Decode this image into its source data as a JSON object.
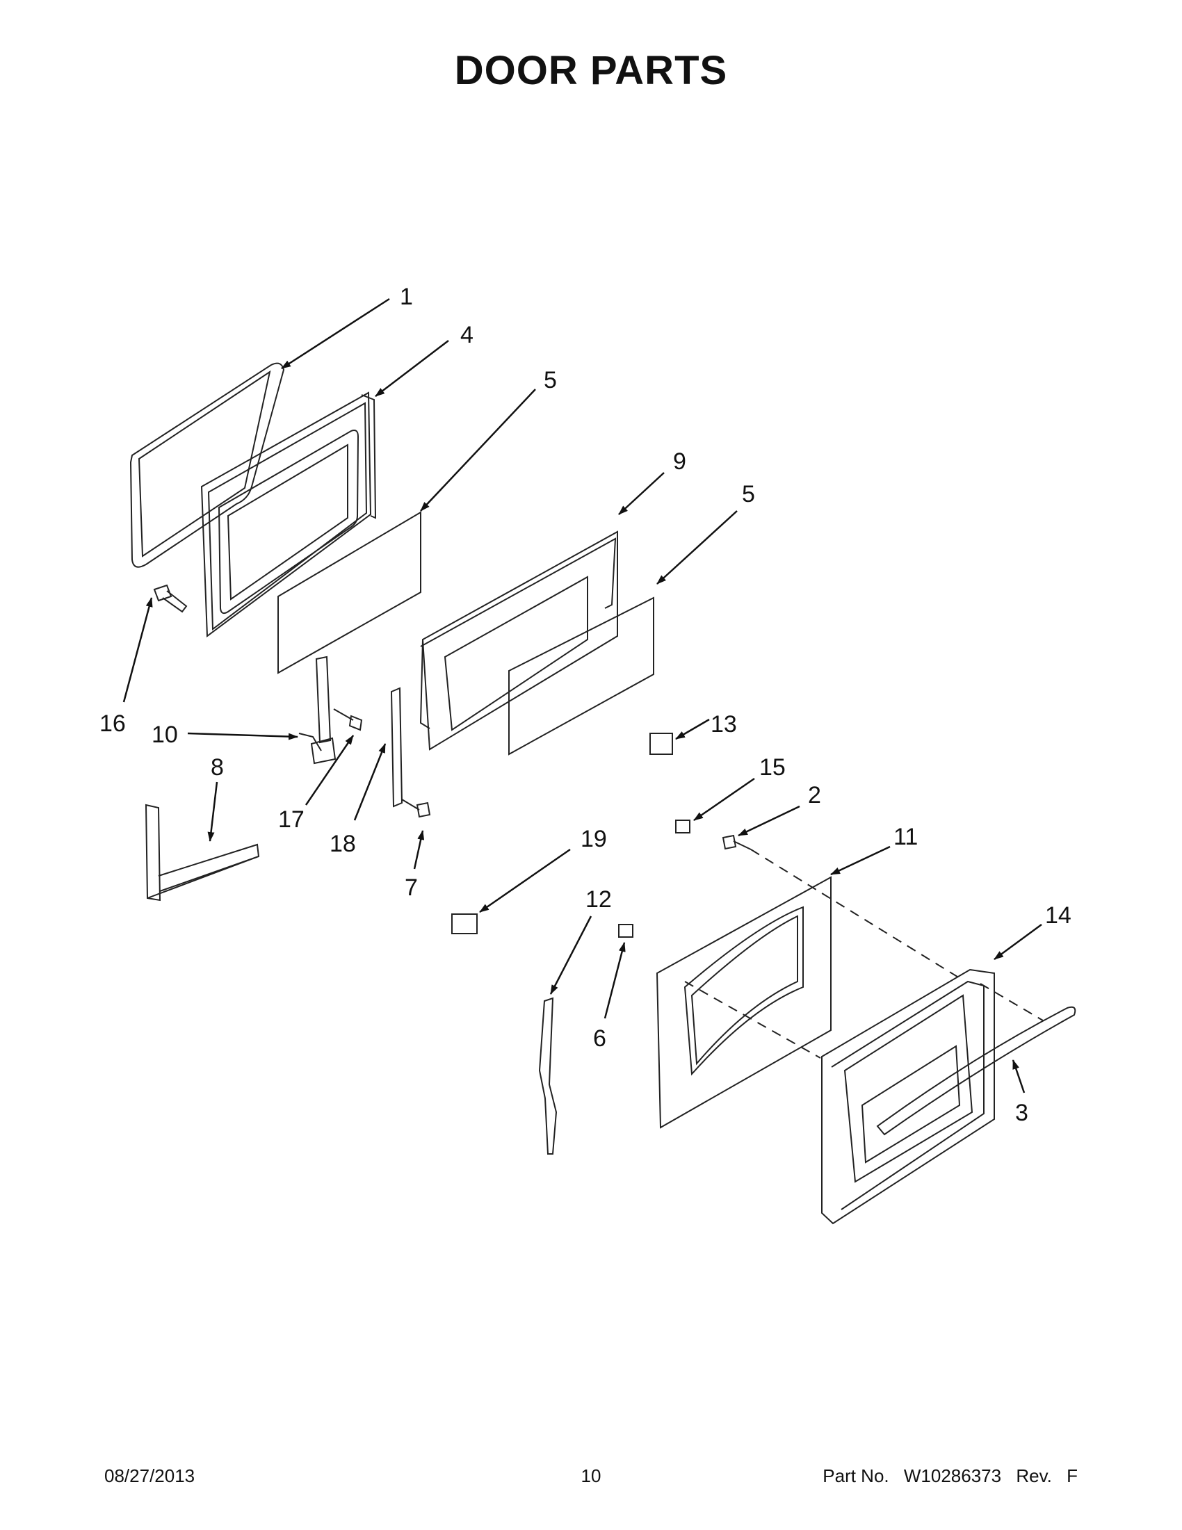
{
  "page": {
    "title": "DOOR PARTS"
  },
  "footer": {
    "date": "08/27/2013",
    "page_number": "10",
    "part_label": "Part No.",
    "part_number": "W10286373",
    "rev_label": "Rev.",
    "rev": "F"
  },
  "callouts": [
    {
      "id": "c1",
      "label": "1"
    },
    {
      "id": "c4",
      "label": "4"
    },
    {
      "id": "c5a",
      "label": "5"
    },
    {
      "id": "c9",
      "label": "9"
    },
    {
      "id": "c5b",
      "label": "5"
    },
    {
      "id": "c16",
      "label": "16"
    },
    {
      "id": "c10",
      "label": "10"
    },
    {
      "id": "c8",
      "label": "8"
    },
    {
      "id": "c17",
      "label": "17"
    },
    {
      "id": "c18",
      "label": "18"
    },
    {
      "id": "c7",
      "label": "7"
    },
    {
      "id": "c13",
      "label": "13"
    },
    {
      "id": "c15",
      "label": "15"
    },
    {
      "id": "c2",
      "label": "2"
    },
    {
      "id": "c11",
      "label": "11"
    },
    {
      "id": "c19",
      "label": "19"
    },
    {
      "id": "c12",
      "label": "12"
    },
    {
      "id": "c14",
      "label": "14"
    },
    {
      "id": "c6",
      "label": "6"
    },
    {
      "id": "c3",
      "label": "3"
    }
  ]
}
